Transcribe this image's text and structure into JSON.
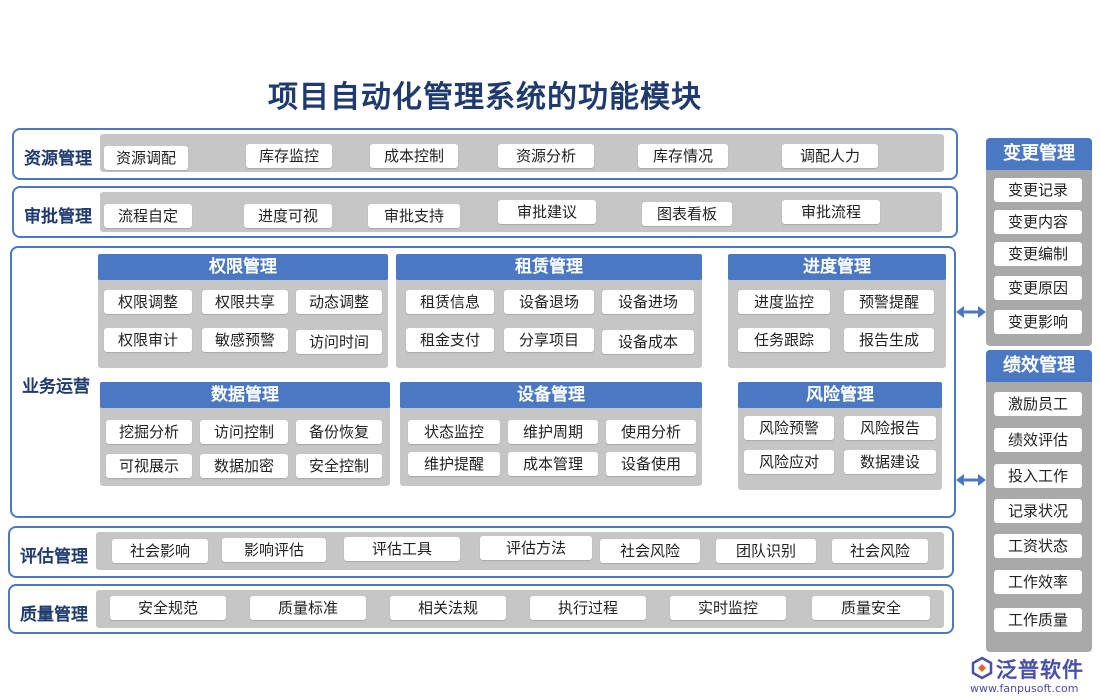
{
  "title": "项目自动化管理系统的功能模块",
  "colors": {
    "accent": "#4a78c2",
    "panel_gray": "#c6c6c6",
    "title": "#1f3a6e"
  },
  "rows": {
    "resource": {
      "label": "资源管理",
      "items": [
        "资源调配",
        "库存监控",
        "成本控制",
        "资源分析",
        "库存情况",
        "调配人力"
      ]
    },
    "approval": {
      "label": "审批管理",
      "items": [
        "流程自定",
        "进度可视",
        "审批支持",
        "审批建议",
        "图表看板",
        "审批流程"
      ]
    },
    "business": {
      "label": "业务运营"
    },
    "evaluation": {
      "label": "评估管理",
      "items": [
        "社会影响",
        "影响评估",
        "评估工具",
        "评估方法",
        "社会风险",
        "团队识别",
        "社会风险"
      ]
    },
    "quality": {
      "label": "质量管理",
      "items": [
        "安全规范",
        "质量标准",
        "相关法规",
        "执行过程",
        "实时监控",
        "质量安全"
      ]
    }
  },
  "modules": {
    "permission": {
      "title": "权限管理",
      "items": [
        "权限调整",
        "权限共享",
        "动态调整",
        "权限审计",
        "敏感预警",
        "访问时间"
      ]
    },
    "lease": {
      "title": "租赁管理",
      "items": [
        "租赁信息",
        "设备退场",
        "设备进场",
        "租金支付",
        "分享项目",
        "设备成本"
      ]
    },
    "progress": {
      "title": "进度管理",
      "items": [
        "进度监控",
        "预警提醒",
        "任务跟踪",
        "报告生成"
      ]
    },
    "data": {
      "title": "数据管理",
      "items": [
        "挖掘分析",
        "访问控制",
        "备份恢复",
        "可视展示",
        "数据加密",
        "安全控制"
      ]
    },
    "equipment": {
      "title": "设备管理",
      "items": [
        "状态监控",
        "维护周期",
        "使用分析",
        "维护提醒",
        "成本管理",
        "设备使用"
      ]
    },
    "risk": {
      "title": "风险管理",
      "items": [
        "风险预警",
        "风险报告",
        "风险应对",
        "数据建设"
      ]
    }
  },
  "side": {
    "change": {
      "title": "变更管理",
      "items": [
        "变更记录",
        "变更内容",
        "变更编制",
        "变更原因",
        "变更影响"
      ]
    },
    "performance": {
      "title": "绩效管理",
      "items": [
        "激励员工",
        "绩效评估",
        "投入工作",
        "记录状况",
        "工资状态",
        "工作效率",
        "工作质量"
      ]
    }
  },
  "logo": {
    "name": "泛普软件",
    "url": "www.fanpusoft.com"
  }
}
